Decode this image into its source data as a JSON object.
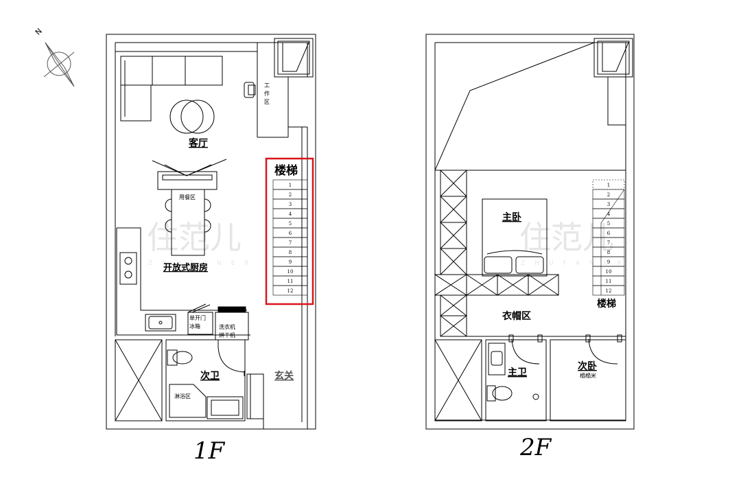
{
  "compass": {
    "north_label": "N"
  },
  "floor1": {
    "title": "1F",
    "rooms": {
      "living_room": "客厅",
      "dining": "用餐区",
      "kitchen": "开放式厨房",
      "work_area": [
        "工",
        "作",
        "区"
      ],
      "stairs": "楼梯",
      "fridge": [
        "单开门",
        "冰箱"
      ],
      "washer": [
        "洗衣机",
        "烘干机"
      ],
      "bathroom": "次卫",
      "shower": "淋浴区",
      "entrance": "玄关"
    },
    "stair_steps": [
      "1",
      "2",
      "3",
      "4",
      "5",
      "6",
      "7",
      "8",
      "9",
      "10",
      "11",
      "12"
    ],
    "highlight_color": "#d9141b"
  },
  "floor2": {
    "title": "2F",
    "rooms": {
      "master_bedroom": "主卧",
      "cloakroom": "衣帽区",
      "stairs": "楼梯",
      "master_bath": "主卫",
      "second_bedroom": "次卧",
      "second_bedroom_note": "榻榻米"
    },
    "stair_steps": [
      "1",
      "2",
      "3",
      "4",
      "5",
      "6",
      "7",
      "8",
      "9",
      "10",
      "11",
      "12"
    ]
  },
  "watermark": {
    "text": "住范儿",
    "sub": "ZHUFANER"
  }
}
